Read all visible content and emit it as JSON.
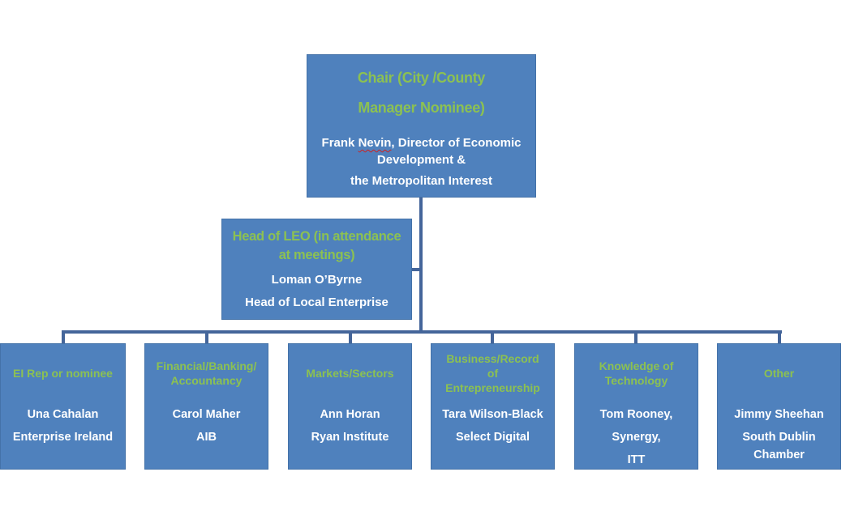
{
  "colors": {
    "box_fill": "#4F81BD",
    "box_border": "#4472A8",
    "connector_line": "#44659A",
    "heading_green": "#8CC152",
    "body_text": "#FFFFFF",
    "spellcheck_red": "#CC2222"
  },
  "chair": {
    "title_lines": [
      "Chair (City /County",
      "Manager Nominee)"
    ],
    "line1": {
      "pre": "Frank ",
      "name": "Nevin",
      "post": ", Director of Economic"
    },
    "line2": "Development &",
    "line3": "the Metropolitan Interest"
  },
  "leo": {
    "title_lines": [
      "Head of LEO (in attendance",
      "at meetings)"
    ],
    "lines": [
      "Loman O’Byrne",
      "Head of Local Enterprise"
    ]
  },
  "members": [
    {
      "title_lines": [
        "EI Rep or nominee"
      ],
      "lines": [
        [
          "Una Cahalan"
        ],
        [
          "Enterprise Ireland"
        ]
      ]
    },
    {
      "title_lines": [
        "Financial/Banking/",
        "Accountancy"
      ],
      "lines": [
        [
          "Carol Maher"
        ],
        [
          "AIB"
        ]
      ]
    },
    {
      "title_lines": [
        "Markets/Sectors"
      ],
      "lines": [
        [
          "Ann Horan"
        ],
        [
          "Ryan Institute"
        ]
      ]
    },
    {
      "title_lines": [
        "Business/Record",
        "of",
        "Entrepreneurship"
      ],
      "lines": [
        [
          "Tara Wilson-Black"
        ],
        [
          "Select Digital"
        ]
      ]
    },
    {
      "title_lines": [
        "Knowledge of",
        "Technology"
      ],
      "lines": [
        [
          "Tom Rooney,"
        ],
        [
          "Synergy,"
        ],
        [
          "ITT"
        ]
      ]
    },
    {
      "title_lines": [
        "Other"
      ],
      "lines": [
        [
          "Jimmy Sheehan"
        ],
        [
          "South Dublin",
          "Chamber"
        ]
      ]
    }
  ]
}
